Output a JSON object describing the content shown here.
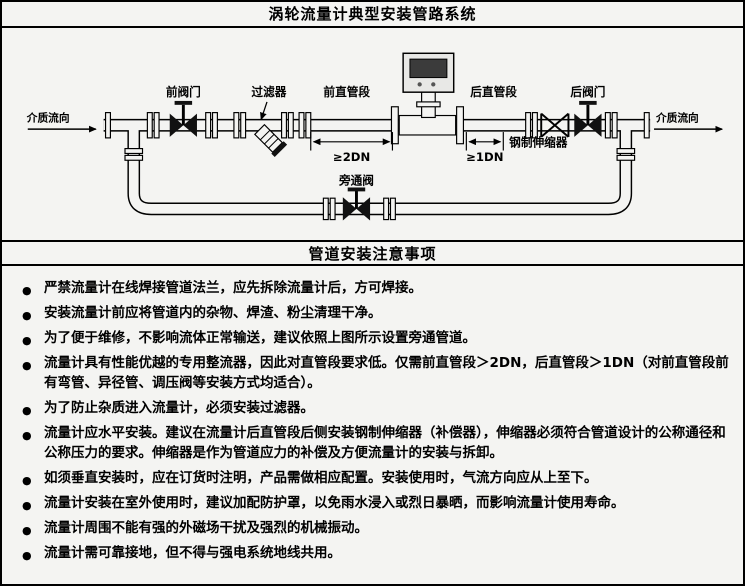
{
  "header": {
    "title": "涡轮流量计典型安装管路系统"
  },
  "sections": {
    "notes_title": "管道安装注意事项"
  },
  "diagram": {
    "labels": {
      "flow_left": "介质流向",
      "flow_right": "介质流向",
      "front_valve": "前阀门",
      "filter": "过滤器",
      "front_straight": "前直管段",
      "dim_front": "≥2DN",
      "rear_straight": "后直管段",
      "dim_rear": "≥1DN",
      "expansion_joint": "钢制伸缩器",
      "rear_valve": "后阀门",
      "bypass_valve": "旁通阀"
    },
    "colors": {
      "line": "#000000",
      "pipe_fill": "#f4f4f2",
      "meter_case": "#e8e8e6",
      "meter_screen": "#3b3b3b"
    }
  },
  "notes": {
    "bullet": "●",
    "items": [
      "严禁流量计在线焊接管道法兰，应先拆除流量计后，方可焊接。",
      "安装流量计前应将管道内的杂物、焊渣、粉尘清理干净。",
      "为了便于维修，不影响流体正常输送，建议依照上图所示设置旁通管道。",
      "流量计具有性能优越的专用整流器，因此对直管段要求低。仅需前直管段＞2DN，后直管段＞1DN（对前直管段前有弯管、异径管、调压阀等安装方式均适合）。",
      "为了防止杂质进入流量计，必须安装过滤器。",
      "流量计应水平安装。建议在流量计后直管段后侧安装钢制伸缩器（补偿器），伸缩器必须符合管道设计的公称通径和公称压力的要求。伸缩器是作为管道应力的补偿及方便流量计的安装与拆卸。",
      "如须垂直安装时，应在订货时注明，产品需做相应配置。安装使用时，气流方向应从上至下。",
      "流量计安装在室外使用时，建议加配防护罩，以免雨水浸入或烈日暴晒，而影响流量计使用寿命。",
      "流量计周围不能有强的外磁场干扰及强烈的机械振动。",
      "流量计需可靠接地，但不得与强电系统地线共用。"
    ]
  }
}
